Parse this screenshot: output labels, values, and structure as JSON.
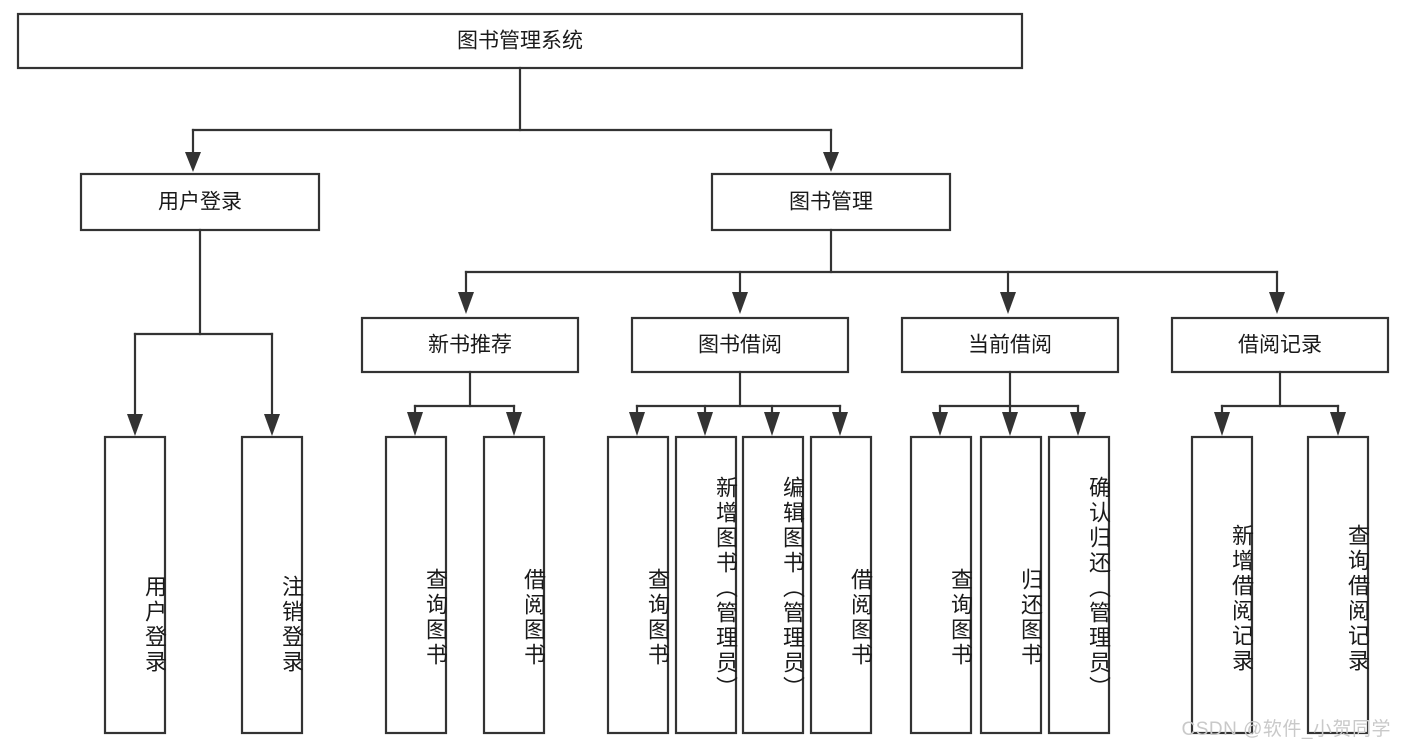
{
  "diagram": {
    "type": "tree",
    "title": "图书管理系统",
    "watermark": "CSDN @软件_小贺同学",
    "colors": {
      "background": "#ffffff",
      "box_fill": "#ffffff",
      "box_stroke": "#333333",
      "text": "#1a1a1a",
      "watermark": "#c9c9c9"
    },
    "levels": {
      "root": {
        "label": "图书管理系统"
      },
      "level1": [
        {
          "label": "用户登录"
        },
        {
          "label": "图书管理"
        }
      ],
      "level2": [
        {
          "label": "新书推荐"
        },
        {
          "label": "图书借阅"
        },
        {
          "label": "当前借阅"
        },
        {
          "label": "借阅记录"
        }
      ],
      "leaves": [
        {
          "label": "用户登录",
          "parent": "用户登录"
        },
        {
          "label": "注销登录",
          "parent": "用户登录"
        },
        {
          "label": "查询图书",
          "parent": "新书推荐"
        },
        {
          "label": "借阅图书",
          "parent": "新书推荐"
        },
        {
          "label": "查询图书",
          "parent": "图书借阅"
        },
        {
          "label": "新增图书（管理员）",
          "parent": "图书借阅"
        },
        {
          "label": "编辑图书（管理员）",
          "parent": "图书借阅"
        },
        {
          "label": "借阅图书",
          "parent": "图书借阅"
        },
        {
          "label": "查询图书",
          "parent": "当前借阅"
        },
        {
          "label": "归还图书",
          "parent": "当前借阅"
        },
        {
          "label": "确认归还（管理员）",
          "parent": "当前借阅"
        },
        {
          "label": "新增借阅记录",
          "parent": "借阅记录"
        },
        {
          "label": "查询借阅记录",
          "parent": "借阅记录"
        }
      ]
    }
  }
}
